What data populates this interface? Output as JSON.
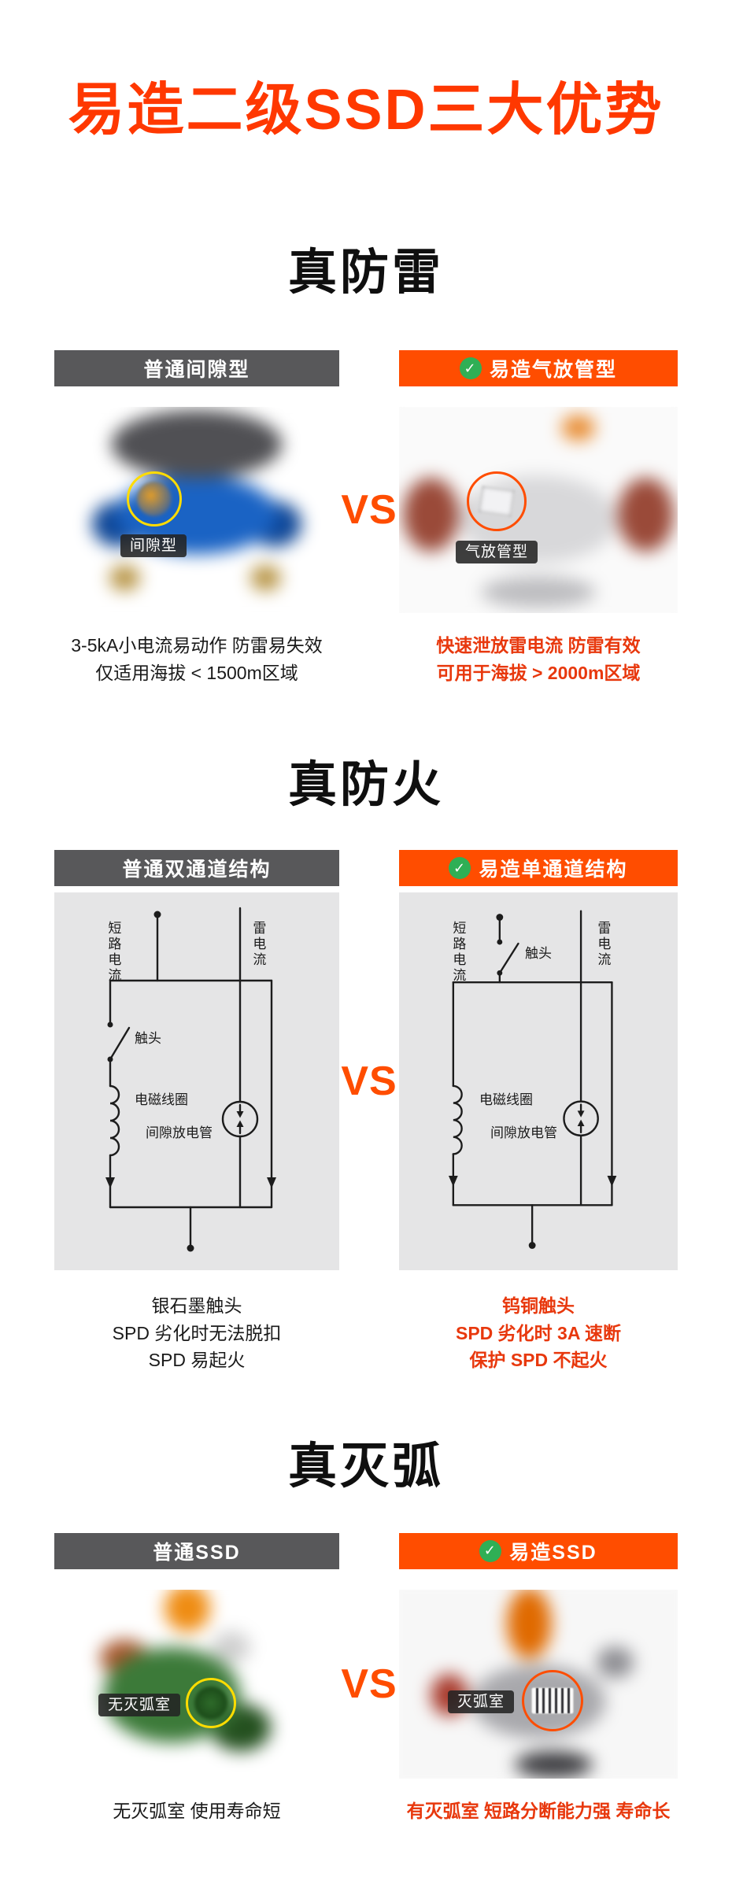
{
  "page_title": "易造二级SSD三大优势",
  "vs_label": "VS",
  "check_icon": "✓",
  "colors": {
    "brand_orange": "#FF4D00",
    "title_red": "#FF3800",
    "header_gray": "#58585A",
    "check_green": "#2FAF55",
    "highlight_red": "#E8380D",
    "diagram_bg": "#E5E5E6",
    "magnifier_yellow": "#FFDC00"
  },
  "sections": [
    {
      "heading": "真防雷",
      "left": {
        "header": "普通间隙型",
        "photo_badge": "间隙型",
        "caption_lines": [
          "3-5kA小电流易动作 防雷易失效",
          "仅适用海拔 < 1500m区域"
        ]
      },
      "right": {
        "header": "易造气放管型",
        "photo_badge": "气放管型",
        "caption_lines": [
          "快速泄放雷电流 防雷有效",
          "可用于海拔 > 2000m区域"
        ]
      }
    },
    {
      "heading": "真防火",
      "left": {
        "header": "普通双通道结构",
        "caption_lines": [
          "银石墨触头",
          "SPD 劣化时无法脱扣",
          "SPD 易起火"
        ]
      },
      "right": {
        "header": "易造单通道结构",
        "caption_lines": [
          "钨铜触头",
          "SPD 劣化时 3A 速断",
          "保护 SPD 不起火"
        ]
      }
    },
    {
      "heading": "真灭弧",
      "left": {
        "header": "普通SSD",
        "photo_badge": "无灭弧室",
        "caption_lines": [
          "无灭弧室 使用寿命短"
        ]
      },
      "right": {
        "header": "易造SSD",
        "photo_badge": "灭弧室",
        "caption_lines": [
          "有灭弧室 短路分断能力强 寿命长"
        ]
      }
    }
  ],
  "diagram_labels": {
    "short_circuit_current": "短路电流",
    "lightning_current": "雷电流",
    "contact": "触头",
    "coil": "电磁线圈",
    "gap_discharge_tube": "间隙放电管"
  }
}
